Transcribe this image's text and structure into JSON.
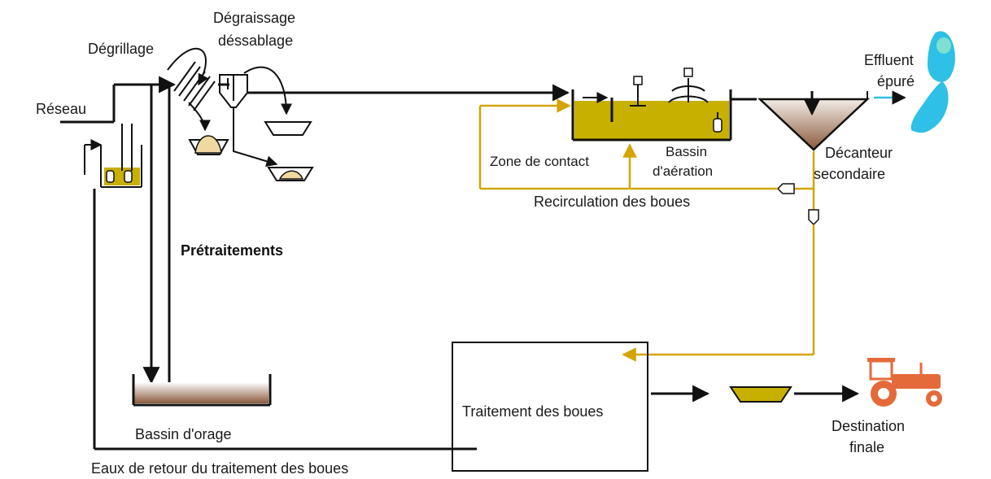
{
  "labels": {
    "reseau": "Réseau",
    "degrillage": "Dégrillage",
    "degraissage_1": "Dégraissage",
    "degraissage_2": "déssablage",
    "pretraitements": "Prétraitements",
    "zone_contact": "Zone de contact",
    "bassin_aeration_1": "Bassin",
    "bassin_aeration_2": "d'aération",
    "recirculation": "Recirculation des boues",
    "effluent_1": "Effluent",
    "effluent_2": "épuré",
    "decanteur_1": "Décanteur",
    "decanteur_2": "secondaire",
    "traitement_boues": "Traitement des boues",
    "destination_1": "Destination",
    "destination_2": "finale",
    "bassin_orage": "Bassin d'orage",
    "eaux_retour": "Eaux de retour du traitement des boues"
  },
  "colors": {
    "line": "#111111",
    "recirculation": "#d4a400",
    "liquid": "#c8b000",
    "sludge_brown": "#8b5a3c",
    "sand": "#f0d9a0",
    "effluent_blue": "#2ec0e6",
    "tractor": "#e56a3a"
  }
}
